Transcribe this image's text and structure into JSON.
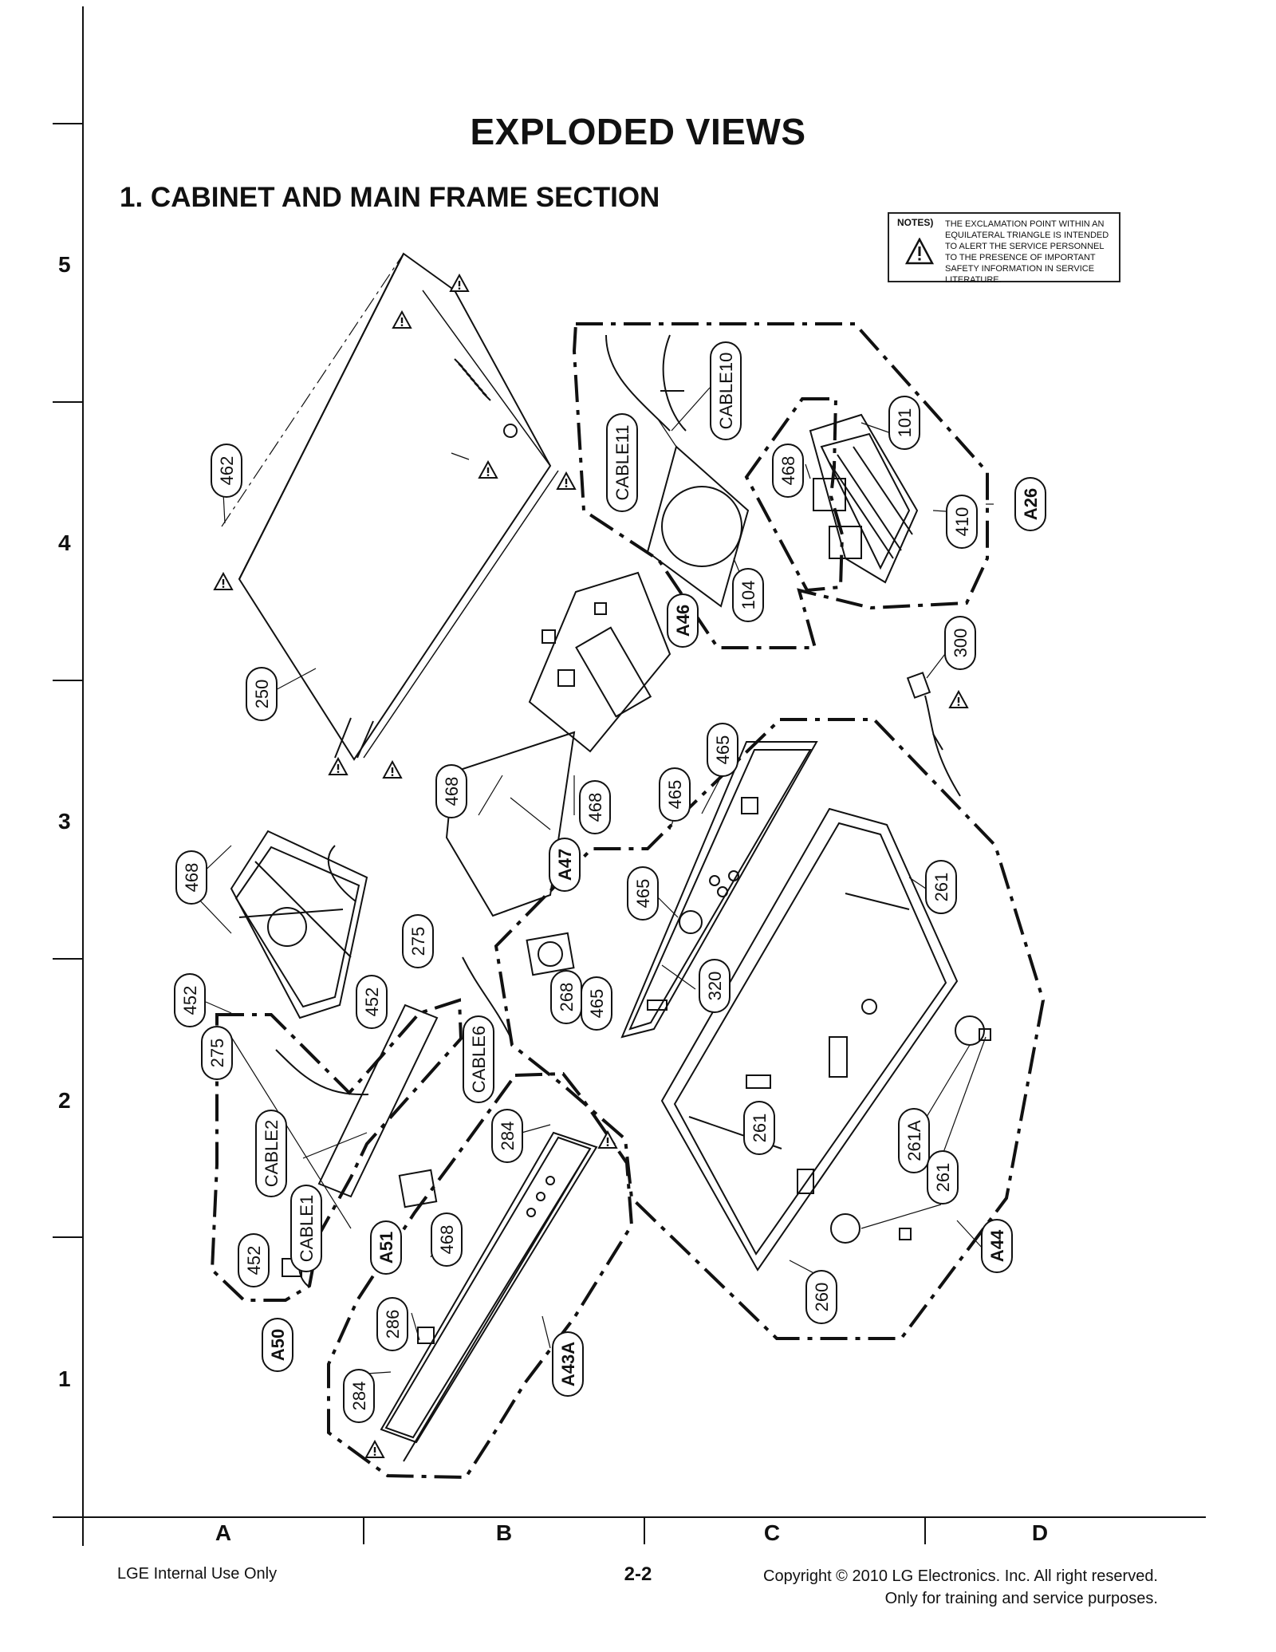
{
  "page": {
    "title": "EXPLODED VIEWS",
    "section": "1. CABINET AND MAIN FRAME SECTION",
    "notes_label": "NOTES)",
    "notes_text": "THE EXCLAMATION POINT WITHIN AN EQUILATERAL TRIANGLE IS INTENDED TO ALERT THE SERVICE PERSONNEL TO THE PRESENCE OF IMPORTANT SAFETY INFORMATION IN SERVICE LITERATURE.",
    "footer_left": "LGE Internal Use Only",
    "footer_center": "2-2",
    "footer_right_1": "Copyright © 2010 LG Electronics. Inc. All right reserved.",
    "footer_right_2": "Only for training and service purposes."
  },
  "grid": {
    "rows": [
      "5",
      "4",
      "3",
      "2",
      "1"
    ],
    "columns": [
      "A",
      "B",
      "C",
      "D"
    ]
  },
  "callouts": [
    {
      "text": "462",
      "bold": false
    },
    {
      "text": "250",
      "bold": false
    },
    {
      "text": "468",
      "bold": false
    },
    {
      "text": "452",
      "bold": false
    },
    {
      "text": "275",
      "bold": false
    },
    {
      "text": "452",
      "bold": false
    },
    {
      "text": "275",
      "bold": false
    },
    {
      "text": "CABLE2",
      "bold": false
    },
    {
      "text": "CABLE1",
      "bold": false
    },
    {
      "text": "452",
      "bold": false
    },
    {
      "text": "A50",
      "bold": true
    },
    {
      "text": "CABLE6",
      "bold": false
    },
    {
      "text": "A51",
      "bold": true
    },
    {
      "text": "468",
      "bold": false
    },
    {
      "text": "286",
      "bold": false
    },
    {
      "text": "284",
      "bold": false
    },
    {
      "text": "284",
      "bold": false
    },
    {
      "text": "A43A",
      "bold": true
    },
    {
      "text": "468",
      "bold": false
    },
    {
      "text": "468",
      "bold": false
    },
    {
      "text": "A47",
      "bold": true
    },
    {
      "text": "A46",
      "bold": true
    },
    {
      "text": "CABLE11",
      "bold": false
    },
    {
      "text": "CABLE10",
      "bold": false
    },
    {
      "text": "104",
      "bold": false
    },
    {
      "text": "468",
      "bold": false
    },
    {
      "text": "101",
      "bold": false
    },
    {
      "text": "410",
      "bold": false
    },
    {
      "text": "A26",
      "bold": true
    },
    {
      "text": "300",
      "bold": false
    },
    {
      "text": "465",
      "bold": false
    },
    {
      "text": "465",
      "bold": false
    },
    {
      "text": "465",
      "bold": false
    },
    {
      "text": "268",
      "bold": false
    },
    {
      "text": "465",
      "bold": false
    },
    {
      "text": "320",
      "bold": false
    },
    {
      "text": "261",
      "bold": false
    },
    {
      "text": "261",
      "bold": false
    },
    {
      "text": "261A",
      "bold": false
    },
    {
      "text": "261",
      "bold": false
    },
    {
      "text": "260",
      "bold": false
    },
    {
      "text": "A44",
      "bold": true
    }
  ]
}
